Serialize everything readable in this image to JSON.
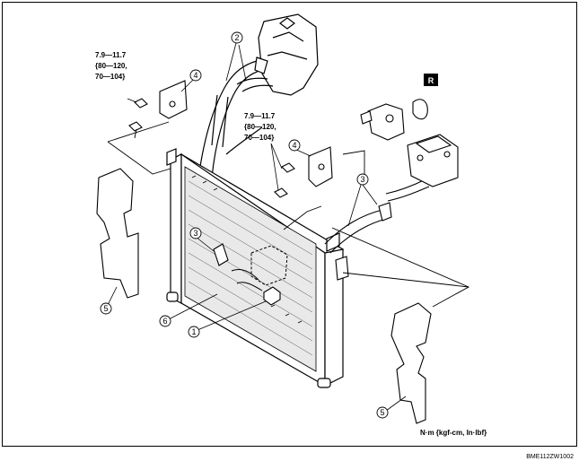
{
  "torque_spec_left": [
    "7.9—11.7",
    "{80—120,",
    "70—104}"
  ],
  "torque_spec_mid": [
    "7.9—11.7",
    "{80—120,",
    "70—104}"
  ],
  "callouts": {
    "radiator_cap": "1",
    "radiator_hose_upper": "2",
    "radiator_hose_lower_left": "3",
    "radiator_hose_lower_right": "3",
    "bracket_left": "4",
    "bracket_mid": "4",
    "air_guide_left": "5",
    "air_guide_right": "5",
    "radiator": "6"
  },
  "replace_badge": "R",
  "units_note": "N·m {kgf-cm, In·lbf}",
  "figure_code": "BME112ZW1002"
}
